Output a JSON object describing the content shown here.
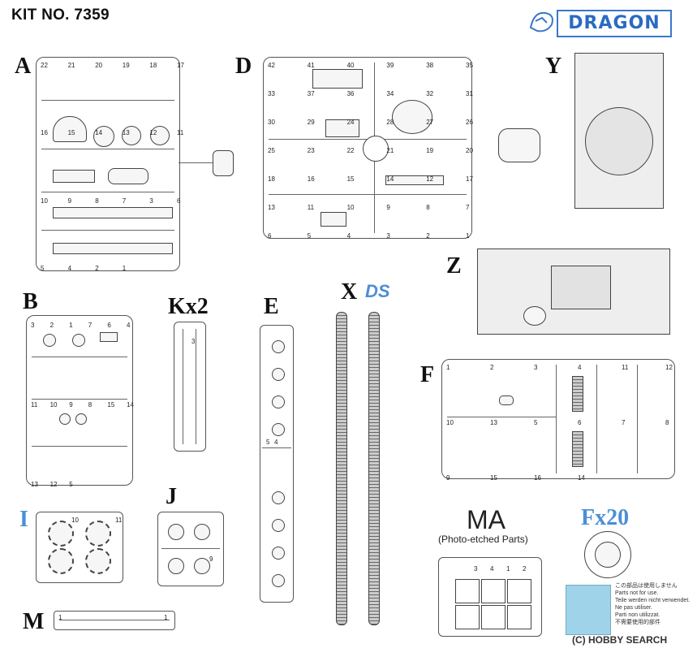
{
  "header": {
    "kit_no": "KIT NO. 7359",
    "brand": "DRAGON"
  },
  "sprues": {
    "A": {
      "label": "A",
      "numbers": [
        "22",
        "21",
        "20",
        "19",
        "18",
        "17",
        "16",
        "15",
        "14",
        "13",
        "12",
        "11",
        "10",
        "9",
        "8",
        "7",
        "3",
        "6",
        "5",
        "4",
        "2",
        "1"
      ]
    },
    "D": {
      "label": "D",
      "numbers": [
        "42",
        "41",
        "40",
        "39",
        "38",
        "35",
        "33",
        "37",
        "36",
        "34",
        "32",
        "31",
        "30",
        "29",
        "24",
        "28",
        "27",
        "26",
        "25",
        "23",
        "22",
        "21",
        "19",
        "20",
        "18",
        "16",
        "15",
        "14",
        "12",
        "17",
        "13",
        "11",
        "10",
        "9",
        "8",
        "7",
        "6",
        "5",
        "4",
        "3",
        "2",
        "1"
      ]
    },
    "Y": {
      "label": "Y"
    },
    "Z": {
      "label": "Z"
    },
    "B": {
      "label": "B",
      "numbers": [
        "3",
        "2",
        "1",
        "7",
        "6",
        "4",
        "11",
        "10",
        "9",
        "8",
        "15",
        "14",
        "13",
        "12",
        "5"
      ]
    },
    "K": {
      "label": "Kx2",
      "numbers": [
        "3"
      ]
    },
    "E": {
      "label": "E",
      "numbers": [
        "5",
        "4"
      ]
    },
    "X": {
      "label": "X",
      "logo": "DS"
    },
    "F": {
      "label": "F",
      "numbers": [
        "1",
        "2",
        "3",
        "4",
        "11",
        "12",
        "10",
        "13",
        "5",
        "6",
        "7",
        "8",
        "9",
        "15",
        "16",
        "14"
      ]
    },
    "I": {
      "label": "I",
      "numbers": [
        "10",
        "11"
      ]
    },
    "J": {
      "label": "J",
      "numbers": [
        "9"
      ]
    },
    "M": {
      "label": "M",
      "numbers": [
        "1",
        "1"
      ]
    },
    "MA": {
      "label": "MA",
      "subtitle": "(Photo-etched Parts)",
      "numbers": [
        "3",
        "4",
        "1",
        "2"
      ]
    },
    "Fx": {
      "label": "Fx20"
    }
  },
  "notice": {
    "lines": [
      "この部品は使用しません",
      "Parts not for use.",
      "Teile werden nicht verwendet.",
      "Ne pas utiliser.",
      "Parti non utilizzat.",
      "不需要使用的部件"
    ]
  },
  "watermark": "(C) HOBBY SEARCH",
  "colors": {
    "accent_blue": "#4b8fd6",
    "notice_bg": "#9ed3ea"
  }
}
